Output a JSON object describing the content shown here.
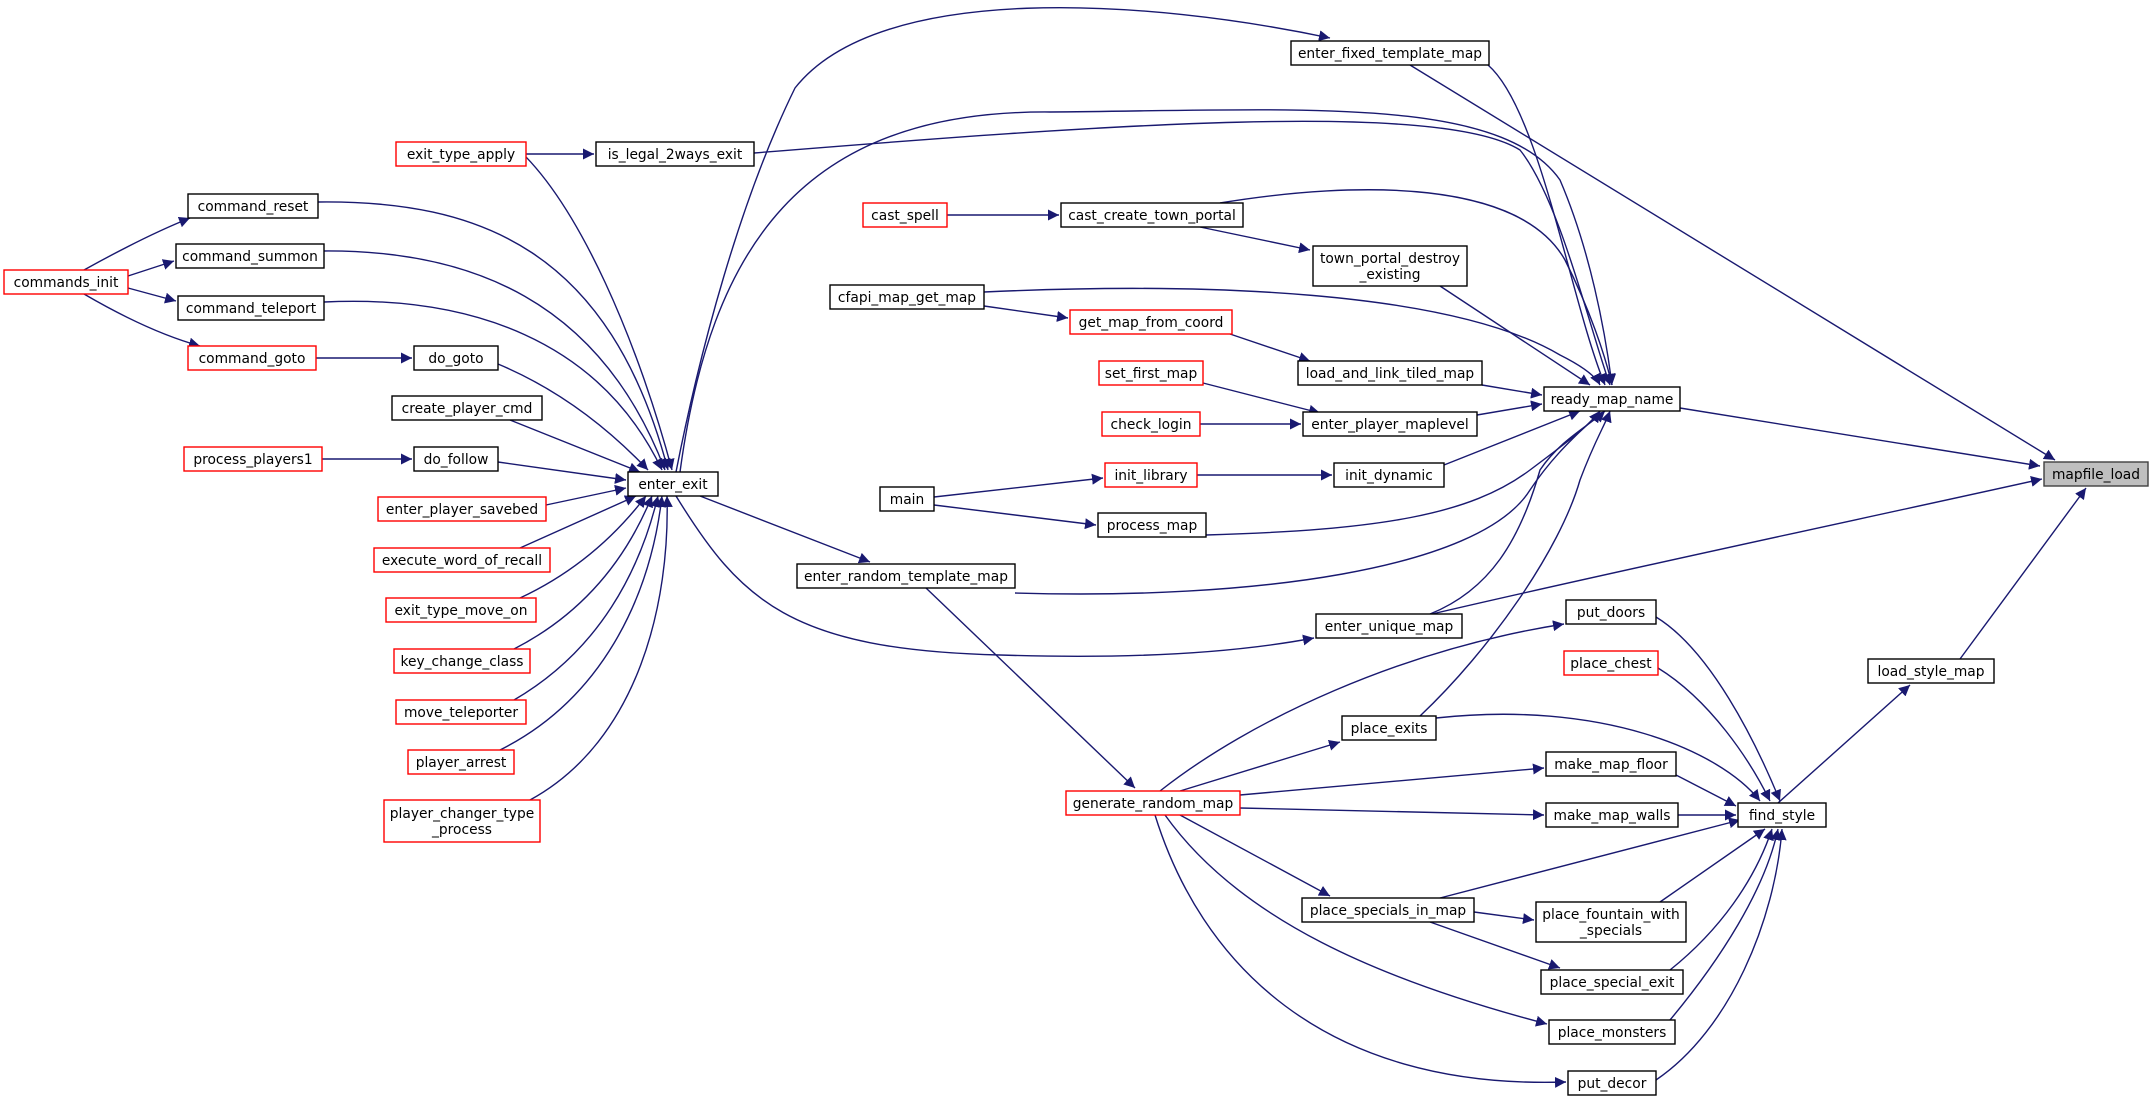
{
  "colors": {
    "edge": "#191970",
    "node_border_normal": "#000000",
    "node_border_truncated": "#ff0000",
    "node_fill": "#ffffff",
    "root_fill": "#bfbfbf",
    "root_border": "#404040"
  },
  "nodes": {
    "mapfile_load": {
      "lines": [
        "mapfile_load"
      ],
      "style": "root"
    },
    "ready_map_name": {
      "lines": [
        "ready_map_name"
      ],
      "style": "normal"
    },
    "enter_fixed_template_map": {
      "lines": [
        "enter_fixed_template_map"
      ],
      "style": "normal"
    },
    "enter_unique_map": {
      "lines": [
        "enter_unique_map"
      ],
      "style": "normal"
    },
    "load_style_map": {
      "lines": [
        "load_style_map"
      ],
      "style": "normal"
    },
    "find_style": {
      "lines": [
        "find_style"
      ],
      "style": "normal"
    },
    "is_legal_2ways_exit": {
      "lines": [
        "is_legal_2ways_exit"
      ],
      "style": "normal"
    },
    "exit_type_apply": {
      "lines": [
        "exit_type_apply"
      ],
      "style": "truncated"
    },
    "cast_create_town_portal": {
      "lines": [
        "cast_create_town_portal"
      ],
      "style": "normal"
    },
    "cast_spell": {
      "lines": [
        "cast_spell"
      ],
      "style": "truncated"
    },
    "town_portal_destroy_existing": {
      "lines": [
        "town_portal_destroy",
        "_existing"
      ],
      "style": "normal"
    },
    "cfapi_map_get_map": {
      "lines": [
        "cfapi_map_get_map"
      ],
      "style": "normal"
    },
    "get_map_from_coord": {
      "lines": [
        "get_map_from_coord"
      ],
      "style": "truncated"
    },
    "load_and_link_tiled_map": {
      "lines": [
        "load_and_link_tiled_map"
      ],
      "style": "normal"
    },
    "set_first_map": {
      "lines": [
        "set_first_map"
      ],
      "style": "truncated"
    },
    "check_login": {
      "lines": [
        "check_login"
      ],
      "style": "truncated"
    },
    "enter_player_maplevel": {
      "lines": [
        "enter_player_maplevel"
      ],
      "style": "normal"
    },
    "init_library": {
      "lines": [
        "init_library"
      ],
      "style": "truncated"
    },
    "init_dynamic": {
      "lines": [
        "init_dynamic"
      ],
      "style": "normal"
    },
    "main": {
      "lines": [
        "main"
      ],
      "style": "normal"
    },
    "process_map": {
      "lines": [
        "process_map"
      ],
      "style": "normal"
    },
    "enter_random_template_map": {
      "lines": [
        "enter_random_template_map"
      ],
      "style": "normal"
    },
    "enter_exit": {
      "lines": [
        "enter_exit"
      ],
      "style": "normal"
    },
    "command_reset": {
      "lines": [
        "command_reset"
      ],
      "style": "normal"
    },
    "command_summon": {
      "lines": [
        "command_summon"
      ],
      "style": "normal"
    },
    "commands_init": {
      "lines": [
        "commands_init"
      ],
      "style": "truncated"
    },
    "command_teleport": {
      "lines": [
        "command_teleport"
      ],
      "style": "normal"
    },
    "command_goto": {
      "lines": [
        "command_goto"
      ],
      "style": "truncated"
    },
    "do_goto": {
      "lines": [
        "do_goto"
      ],
      "style": "normal"
    },
    "create_player_cmd": {
      "lines": [
        "create_player_cmd"
      ],
      "style": "normal"
    },
    "process_players1": {
      "lines": [
        "process_players1"
      ],
      "style": "truncated"
    },
    "do_follow": {
      "lines": [
        "do_follow"
      ],
      "style": "normal"
    },
    "enter_player_savebed": {
      "lines": [
        "enter_player_savebed"
      ],
      "style": "truncated"
    },
    "execute_word_of_recall": {
      "lines": [
        "execute_word_of_recall"
      ],
      "style": "truncated"
    },
    "exit_type_move_on": {
      "lines": [
        "exit_type_move_on"
      ],
      "style": "truncated"
    },
    "key_change_class": {
      "lines": [
        "key_change_class"
      ],
      "style": "truncated"
    },
    "move_teleporter": {
      "lines": [
        "move_teleporter"
      ],
      "style": "truncated"
    },
    "player_arrest": {
      "lines": [
        "player_arrest"
      ],
      "style": "truncated"
    },
    "player_changer_type_process": {
      "lines": [
        "player_changer_type",
        "_process"
      ],
      "style": "truncated"
    },
    "put_doors": {
      "lines": [
        "put_doors"
      ],
      "style": "normal"
    },
    "place_chest": {
      "lines": [
        "place_chest"
      ],
      "style": "truncated"
    },
    "place_exits": {
      "lines": [
        "place_exits"
      ],
      "style": "normal"
    },
    "make_map_floor": {
      "lines": [
        "make_map_floor"
      ],
      "style": "normal"
    },
    "generate_random_map": {
      "lines": [
        "generate_random_map"
      ],
      "style": "truncated"
    },
    "make_map_walls": {
      "lines": [
        "make_map_walls"
      ],
      "style": "normal"
    },
    "place_specials_in_map": {
      "lines": [
        "place_specials_in_map"
      ],
      "style": "normal"
    },
    "place_fountain_with_specials": {
      "lines": [
        "place_fountain_with",
        "_specials"
      ],
      "style": "normal"
    },
    "place_special_exit": {
      "lines": [
        "place_special_exit"
      ],
      "style": "normal"
    },
    "place_monsters": {
      "lines": [
        "place_monsters"
      ],
      "style": "normal"
    },
    "put_decor": {
      "lines": [
        "put_decor"
      ],
      "style": "normal"
    }
  }
}
